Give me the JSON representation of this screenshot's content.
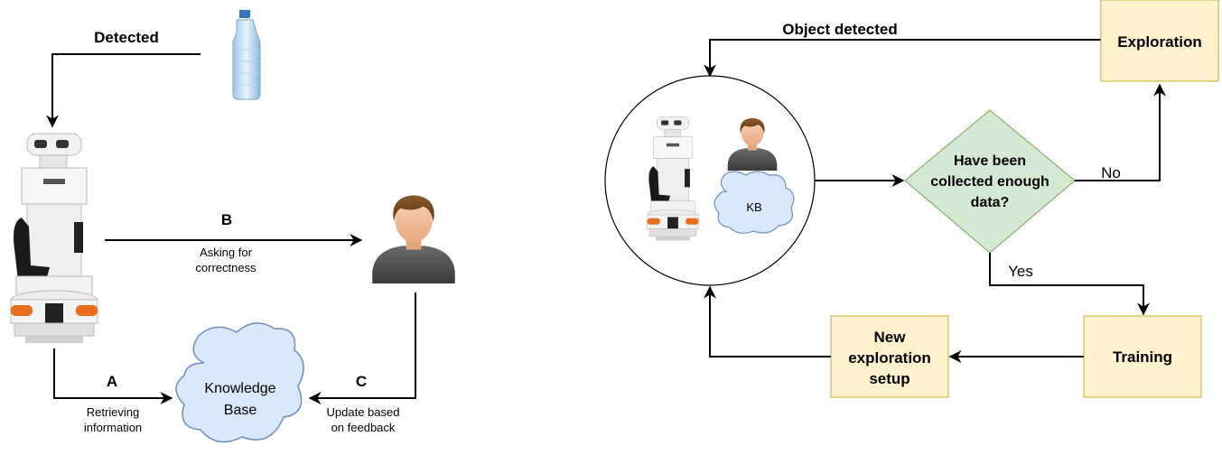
{
  "left": {
    "detected_label": "Detected",
    "edge_b": {
      "letter": "B",
      "caption_line1": "Asking for",
      "caption_line2": "correctness"
    },
    "edge_a": {
      "letter": "A",
      "caption_line1": "Retrieving",
      "caption_line2": "information"
    },
    "edge_c": {
      "letter": "C",
      "caption_line1": "Update based",
      "caption_line2": "on feedback"
    },
    "knowledge_base": {
      "line1": "Knowledge",
      "line2": "Base"
    },
    "icons": {
      "bottle": "water-bottle-icon",
      "robot": "robot-icon",
      "person": "person-icon",
      "cloud": "cloud-icon"
    }
  },
  "right": {
    "object_detected_label": "Object detected",
    "exploration": "Exploration",
    "decision": {
      "line1": "Have been",
      "line2": "collected enough",
      "line3": "data?"
    },
    "no_label": "No",
    "yes_label": "Yes",
    "training": "Training",
    "new_setup": {
      "line1": "New",
      "line2": "exploration",
      "line3": "setup"
    },
    "kb_label": "KB",
    "colors": {
      "box_fill": "#fff2cc",
      "box_stroke": "#d6b656",
      "decision_fill": "#d5e8d4",
      "decision_stroke": "#82b366",
      "cloud_fill": "#dae8fc",
      "cloud_stroke": "#6c8ebf"
    }
  }
}
